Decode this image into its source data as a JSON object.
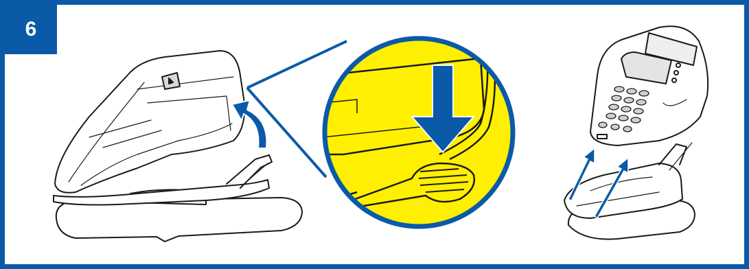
{
  "step": {
    "number": "6"
  },
  "colors": {
    "frame": "#0a5aa8",
    "arrow": "#0a5aa8",
    "zoom_fill": "#ffef00",
    "line": "#1a1a1a"
  },
  "illustrations": {
    "left": "terminal-tilted-on-base",
    "zoom": "latch-press-detail",
    "right": "terminal-lifted-from-base"
  }
}
